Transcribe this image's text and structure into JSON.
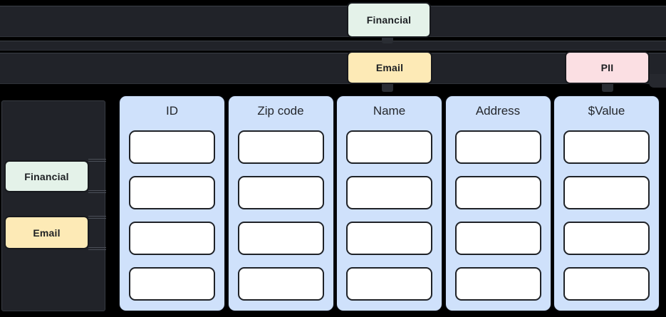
{
  "colors": {
    "background": "#000000",
    "track_bg": "#212329",
    "financial_chip_bg": "#e4f2e9",
    "email_chip_bg": "#fdeab6",
    "pii_chip_bg": "#fbdfe3",
    "column_bg": "#cfe1fb",
    "cell_bg": "#ffffff",
    "chip_text": "#1d2023",
    "header_text": "#24272c"
  },
  "top_tags": [
    {
      "label": "Financial",
      "track": 1
    },
    {
      "label": "Email",
      "track": 3
    },
    {
      "label": "PII",
      "track": 3
    }
  ],
  "sidebar_tags": [
    {
      "label": "Financial"
    },
    {
      "label": "Email"
    }
  ],
  "table": {
    "rows_per_column": 4,
    "columns": [
      {
        "header": "ID"
      },
      {
        "header": "Zip code"
      },
      {
        "header": "Name"
      },
      {
        "header": "Address"
      },
      {
        "header": "$Value"
      }
    ]
  }
}
